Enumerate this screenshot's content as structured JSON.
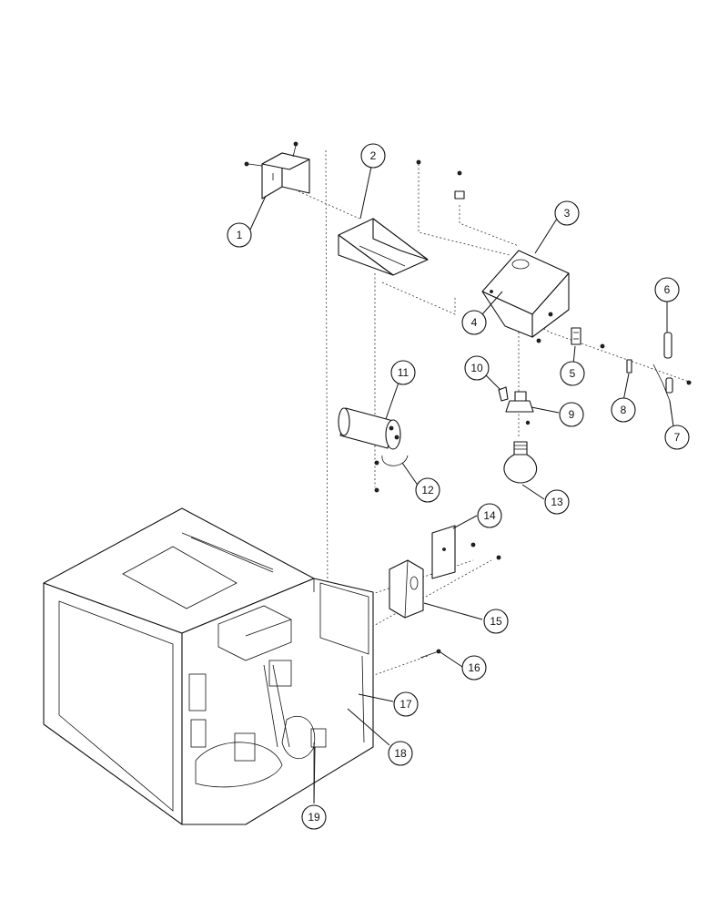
{
  "diagram": {
    "callouts": [
      "1",
      "2",
      "3",
      "4",
      "5",
      "6",
      "7",
      "8",
      "9",
      "10",
      "11",
      "12",
      "13",
      "14",
      "15",
      "16",
      "17",
      "18",
      "19"
    ]
  },
  "colors": {
    "line": "#111111",
    "background": "#ffffff"
  }
}
